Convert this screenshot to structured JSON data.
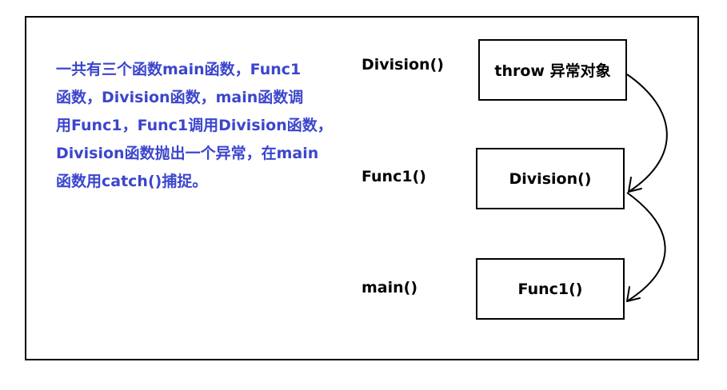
{
  "description": {
    "lines": [
      "一共有三个函数main函数，Func1",
      "函数，Division函数，main函数调",
      "用Func1，Func1调用Division函数，",
      "Division函数抛出一个异常，在main",
      "函数用catch()捕捉。"
    ],
    "color": "#3c46cc"
  },
  "stack": {
    "labels": [
      "Division()",
      "Func1()",
      "main()"
    ],
    "boxes": [
      "throw 异常对象",
      "Division()",
      "Func1()"
    ]
  }
}
